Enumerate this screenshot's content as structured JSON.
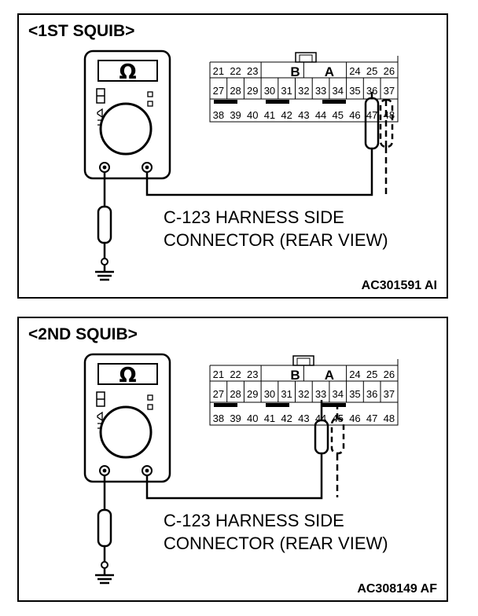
{
  "colors": {
    "line": "#000000",
    "background": "#ffffff"
  },
  "panels": [
    {
      "title": "<1ST SQUIB>",
      "caption_line1": "C-123 HARNESS SIDE",
      "caption_line2": "CONNECTOR (REAR VIEW)",
      "figure_id": "AC301591 AI",
      "probe_pins": [
        "36",
        "37"
      ],
      "meter_symbol": "Ω",
      "connector": {
        "label_b": "B",
        "label_a": "A",
        "row1_left": [
          "21",
          "22",
          "23"
        ],
        "row1_right": [
          "24",
          "25",
          "26"
        ],
        "row2": [
          "27",
          "28",
          "29",
          "30",
          "31",
          "32",
          "33",
          "34",
          "35",
          "36",
          "37"
        ],
        "row3": [
          "38",
          "39",
          "40",
          "41",
          "42",
          "43",
          "44",
          "45",
          "46",
          "47",
          "48"
        ]
      }
    },
    {
      "title": "<2ND SQUIB>",
      "caption_line1": "C-123 HARNESS SIDE",
      "caption_line2": "CONNECTOR (REAR VIEW)",
      "figure_id": "AC308149 AF",
      "probe_pins": [
        "44",
        "45"
      ],
      "meter_symbol": "Ω",
      "connector": {
        "label_b": "B",
        "label_a": "A",
        "row1_left": [
          "21",
          "22",
          "23"
        ],
        "row1_right": [
          "24",
          "25",
          "26"
        ],
        "row2": [
          "27",
          "28",
          "29",
          "30",
          "31",
          "32",
          "33",
          "34",
          "35",
          "36",
          "37"
        ],
        "row3": [
          "38",
          "39",
          "40",
          "41",
          "42",
          "43",
          "44",
          "45",
          "46",
          "47",
          "48"
        ]
      }
    }
  ]
}
